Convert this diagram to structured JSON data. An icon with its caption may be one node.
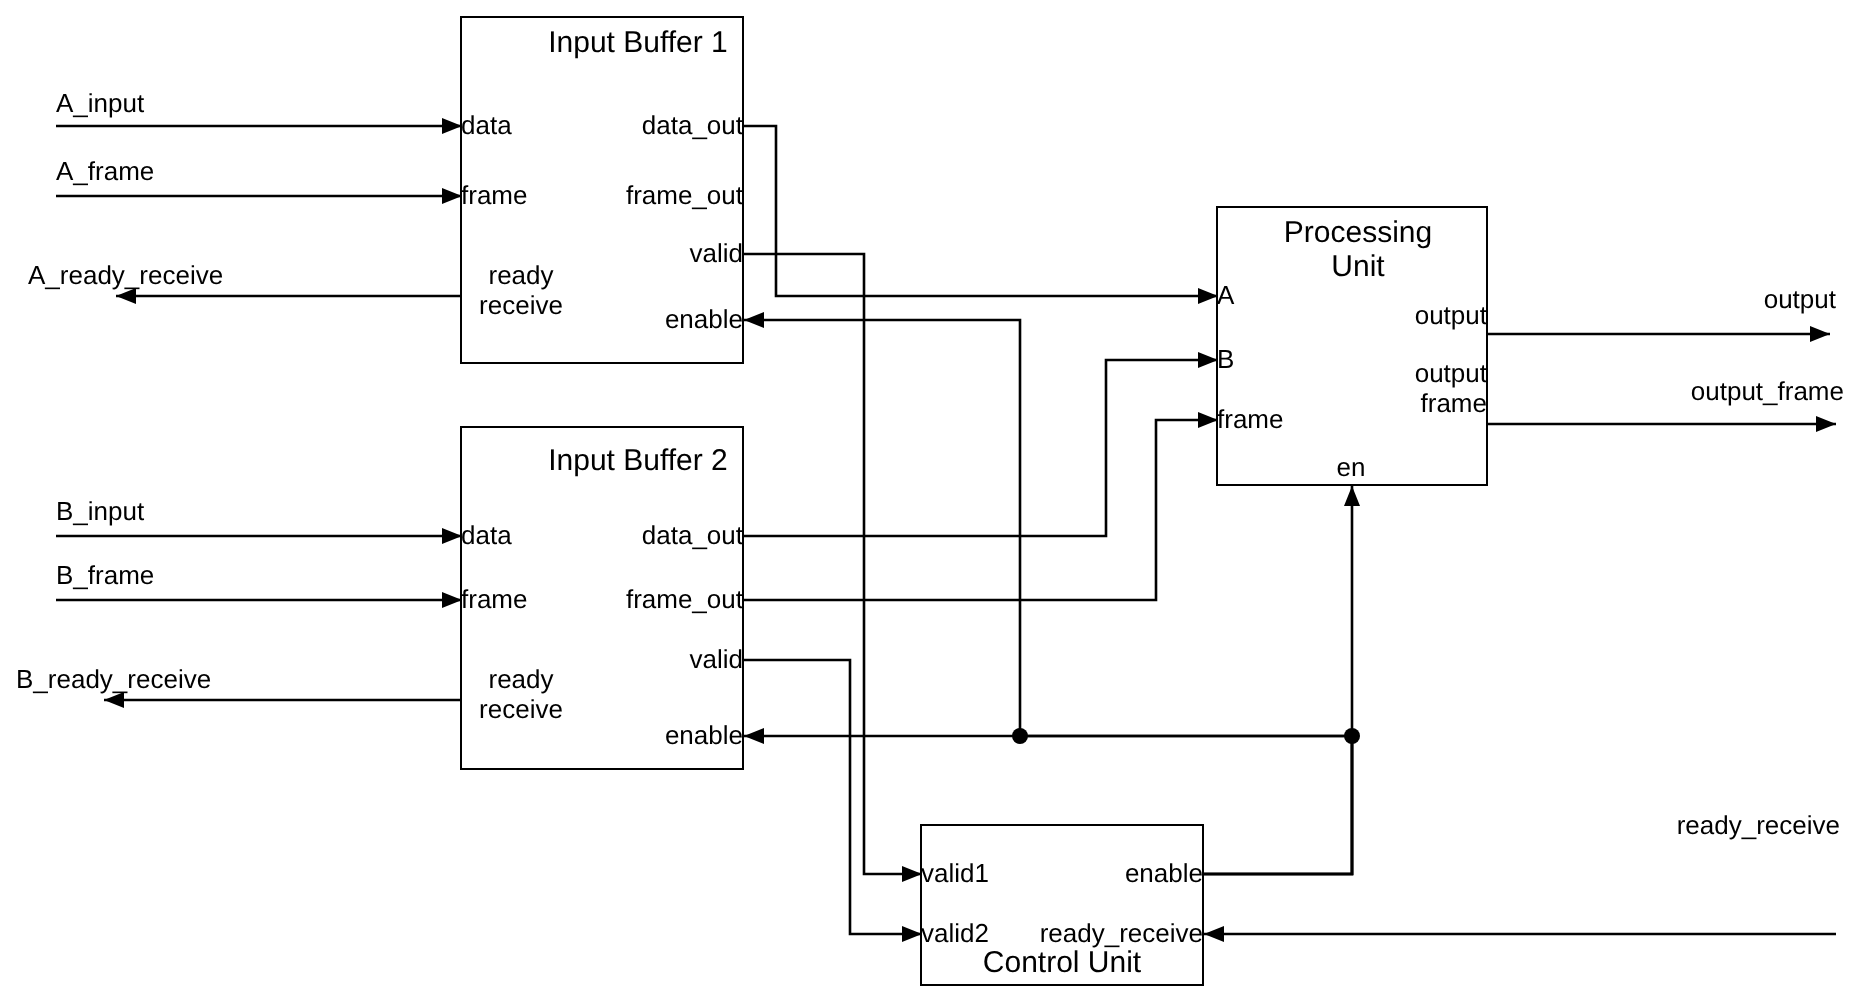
{
  "diagram": {
    "nodes": [
      {
        "text": [
          "A_input"
        ]
      },
      {
        "text": [
          "A_frame"
        ]
      },
      {
        "text": [
          "A_ready_receive"
        ]
      },
      {
        "text": [
          "B_input"
        ]
      },
      {
        "text": [
          "B_frame"
        ]
      },
      {
        "text": [
          "B_ready_receive"
        ]
      },
      {
        "text": [
          "Input Buffer 1"
        ]
      },
      {
        "text": [
          "data"
        ],
        "in": 6
      },
      {
        "text": [
          "frame"
        ],
        "in": 6
      },
      {
        "text": [
          "ready receive"
        ],
        "in": 6
      },
      {
        "text": [
          "data_out"
        ],
        "in": 6
      },
      {
        "text": [
          "frame_out"
        ],
        "in": 6
      },
      {
        "text": [
          "valid"
        ],
        "in": 6
      },
      {
        "text": [
          "enable"
        ],
        "in": 6
      },
      {
        "text": [
          "Processing Unit"
        ]
      },
      {
        "text": [
          "A"
        ],
        "in": 14
      },
      {
        "text": [
          "B"
        ],
        "in": 14
      },
      {
        "text": [
          "frame"
        ],
        "in": 14
      },
      {
        "text": [
          "output"
        ],
        "in": 14
      },
      {
        "text": [
          "output frame"
        ],
        "in": 14
      },
      {
        "text": [
          "en"
        ],
        "in": 14
      },
      {
        "text": [
          "output"
        ]
      },
      {
        "text": [
          "output_frame"
        ]
      },
      {
        "text": [
          "Input Buffer 2"
        ]
      },
      {
        "text": [
          "data"
        ],
        "in": 23
      },
      {
        "text": [
          "frame"
        ],
        "in": 23
      },
      {
        "text": [
          "ready receive"
        ],
        "in": 23
      },
      {
        "text": [
          "data_out"
        ],
        "in": 23
      },
      {
        "text": [
          "frame_out"
        ],
        "in": 23
      },
      {
        "text": [
          "valid"
        ],
        "in": 23
      },
      {
        "text": [
          "enable"
        ],
        "in": 23
      },
      {
        "text": [
          "Control Unit"
        ]
      },
      {
        "text": [
          "valid1"
        ],
        "in": 31
      },
      {
        "text": [
          "valid2"
        ],
        "in": 31
      },
      {
        "text": [
          "enable"
        ],
        "in": 31
      },
      {
        "text": [
          "ready_receive"
        ],
        "in": 31
      },
      {
        "text": [
          "ready_receive"
        ]
      }
    ],
    "edges": [
      {
        "from": 0,
        "to": 7,
        "arrow": "to"
      },
      {
        "from": 1,
        "to": 8,
        "arrow": "to"
      },
      {
        "from": 9,
        "to": 2,
        "arrow": "to"
      },
      {
        "from": 10,
        "to": 15,
        "arrow": "to"
      },
      {
        "from": 12,
        "to": 32,
        "arrow": "to"
      },
      {
        "from": 34,
        "to": 13,
        "arrow": "to"
      },
      {
        "from": 3,
        "to": 24,
        "arrow": "to"
      },
      {
        "from": 4,
        "to": 25,
        "arrow": "to"
      },
      {
        "from": 26,
        "to": 5,
        "arrow": "to"
      },
      {
        "from": 27,
        "to": 16,
        "arrow": "to"
      },
      {
        "from": 28,
        "to": 17,
        "arrow": "to"
      },
      {
        "from": 29,
        "to": 33,
        "arrow": "to"
      },
      {
        "from": 34,
        "to": 30,
        "arrow": "to"
      },
      {
        "from": 34,
        "to": 20,
        "arrow": "to"
      },
      {
        "from": 18,
        "to": 21,
        "arrow": "to"
      },
      {
        "from": 19,
        "to": 22,
        "arrow": "to"
      },
      {
        "from": 36,
        "to": 35,
        "arrow": "to"
      }
    ]
  }
}
